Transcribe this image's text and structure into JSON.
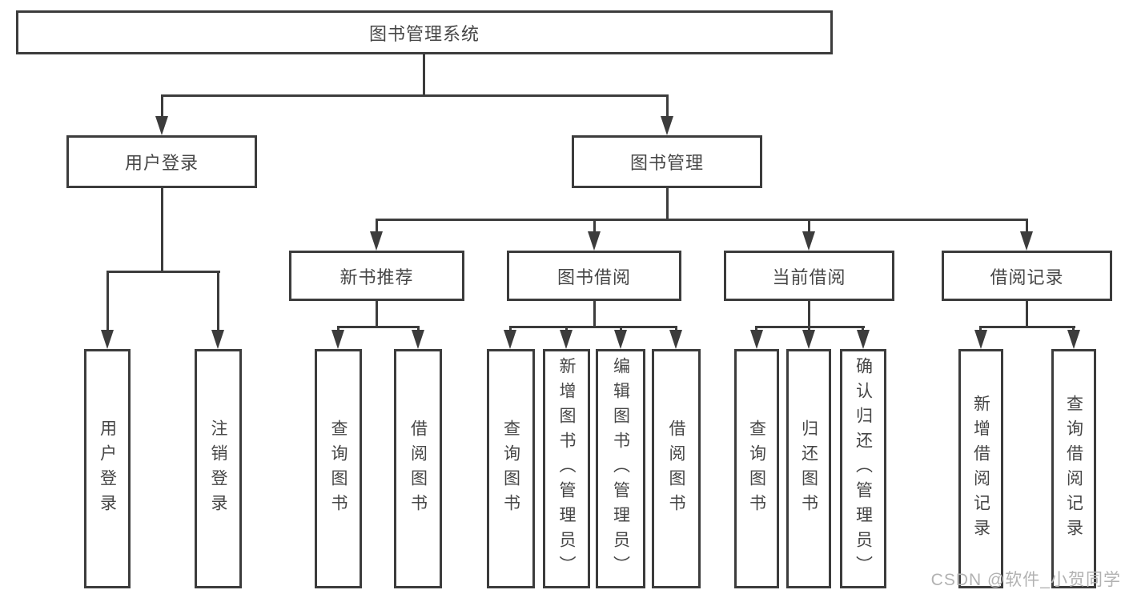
{
  "tree": {
    "label": "图书管理系统",
    "children": [
      {
        "label": "用户登录",
        "children": [
          {
            "label": "用户登录"
          },
          {
            "label": "注销登录"
          }
        ]
      },
      {
        "label": "图书管理",
        "children": [
          {
            "label": "新书推荐",
            "children": [
              {
                "label": "查询图书"
              },
              {
                "label": "借阅图书"
              }
            ]
          },
          {
            "label": "图书借阅",
            "children": [
              {
                "label": "查询图书"
              },
              {
                "label": "新增图书（管理员）"
              },
              {
                "label": "编辑图书（管理员）"
              },
              {
                "label": "借阅图书"
              }
            ]
          },
          {
            "label": "当前借阅",
            "children": [
              {
                "label": "查询图书"
              },
              {
                "label": "归还图书"
              },
              {
                "label": "确认归还（管理员）"
              }
            ]
          },
          {
            "label": "借阅记录",
            "children": [
              {
                "label": "新增借阅记录"
              },
              {
                "label": "查询借阅记录"
              }
            ]
          }
        ]
      }
    ]
  },
  "watermark": {
    "text": "CSDN @软件_小贺同学"
  },
  "colors": {
    "line": "#3c3c3c",
    "text": "#464646",
    "background": "#ffffff",
    "watermark": "#b2b2b2"
  }
}
